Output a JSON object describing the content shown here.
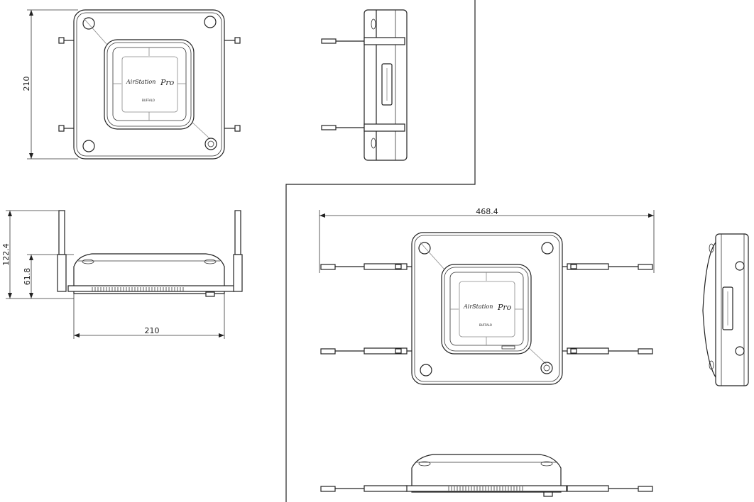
{
  "drawing": {
    "dimensions": {
      "top_view_height": "210",
      "side_view_height_total": "122.4",
      "side_view_height_body": "61.8",
      "side_view_width": "210",
      "antenna_span": "468.4"
    },
    "product": {
      "logo_text": "AirStation",
      "logo_suffix": "Pro",
      "brand": "BUFFALO"
    }
  }
}
